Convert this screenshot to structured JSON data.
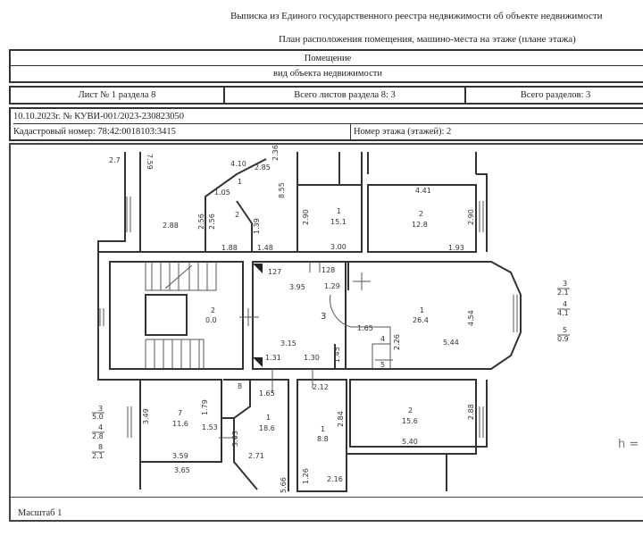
{
  "header": {
    "line1": "Выписка из Единого государственного реестра недвижимости об объекте недвижимости",
    "line2": "План расположения помещения, машино-места на этаже (плане этажа)"
  },
  "object": {
    "type": "Помещение",
    "type_caption": "вид объекта недвижимости"
  },
  "sheet": {
    "sheet": "Лист № 1 раздела 8",
    "total_sheets": "Всего листов раздела 8: 3",
    "total_sections": "Всего разделов: 3"
  },
  "record": {
    "number": "10.10.2023г. № КУВИ-001/2023-230823050",
    "cadastral": "Кадастровый номер: 78:42:0018103:3415",
    "floor": "Номер этажа (этажей): 2"
  },
  "plan": {
    "labels": [
      "2.7",
      "7.59",
      "4.10",
      "2.85",
      "2.36",
      "1.05",
      "1",
      "2",
      "8.55",
      "2.56",
      "2.56",
      "1.39",
      "2.88",
      "1.88",
      "1.48",
      "2.90",
      "3.00",
      "4.41",
      "2.90",
      "1.93",
      "127",
      "128",
      "3.95",
      "1.29",
      "3",
      "4.54",
      "1.65",
      "4",
      "2.26",
      "5.44",
      "3.15",
      "1.31",
      "1.30",
      "1.45",
      "5",
      "1.65",
      "2.12",
      "8",
      "1.79",
      "1.53",
      "3.63",
      "2.84",
      "2.88",
      "5.40",
      "3.49",
      "3.59",
      "3.65",
      "2.71",
      "5.66",
      "1.26",
      "2.16",
      "h ="
    ],
    "rooms": [
      {
        "num": "1",
        "area": "15.1"
      },
      {
        "num": "2",
        "area": "12.8"
      },
      {
        "num": "2",
        "area": "0.0"
      },
      {
        "num": "1",
        "area": "26.4"
      },
      {
        "num": "7",
        "area": "11.6"
      },
      {
        "num": "1",
        "area": "18.6"
      },
      {
        "num": "1",
        "area": "8.8"
      },
      {
        "num": "2",
        "area": "15.6"
      },
      {
        "num": "3",
        "area": "5.0"
      },
      {
        "num": "4",
        "area": "2.8"
      },
      {
        "num": "8",
        "area": "2.1"
      },
      {
        "num": "3",
        "area": "2.1"
      },
      {
        "num": "4",
        "area": "4.1"
      },
      {
        "num": "5",
        "area": "0.9"
      }
    ]
  },
  "footer": {
    "scale": "Масштаб 1"
  }
}
